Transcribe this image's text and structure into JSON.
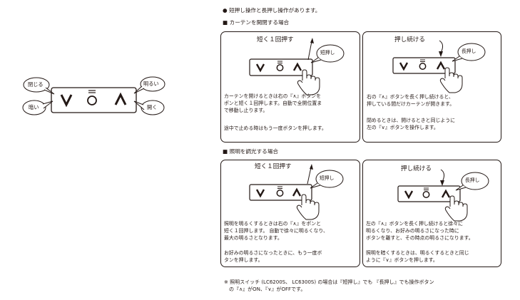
{
  "left_panel": {
    "top_left": "閉じる",
    "bottom_left": "暗い",
    "top_right": "明るい",
    "bottom_right": "開く"
  },
  "intro": "短押し操作と長押し操作があります。",
  "curtain": {
    "heading": "カーテンを開閉する場合",
    "short": {
      "title": "短く１回押す",
      "bubble": "短押し",
      "text1": [
        "カーテンを開けるときは右の『∧』ボタンを",
        "ポンと短く１回押します。自動で全開位置ま",
        "で移動し止ります。"
      ],
      "text2": [
        "途中で止める時はもう一度ボタンを押します。"
      ]
    },
    "long": {
      "title": "押し続ける",
      "bubble": "長押し",
      "text1": [
        "右の『∧』ボタンを長く押し続けると、",
        "押している間だけカーテンが開きます。"
      ],
      "text2": [
        "閉めるときは、開けるときと同じように",
        "左の『∨』ボタンを操作します。"
      ]
    }
  },
  "light": {
    "heading": "照明を調光する場合",
    "short": {
      "title": "短く１回押す",
      "bubble": "短押し",
      "text1": [
        "照明を明るくするときは右の『∧』をポンと",
        "短く１回押します。 自動で徐々に明るくなり、",
        "最大の明るさとなります。"
      ],
      "text2": [
        "お好みの明るさになったときに、もう一度ボ",
        "タンを押します。"
      ]
    },
    "long": {
      "title": "押し続ける",
      "bubble": "長押し",
      "text1": [
        "左の『∧』ボタンを長く押し続けると徐々に",
        "明るくなり、お好みの明るさになった時に",
        "ボタンを離すと、その時点の明るさになります。"
      ],
      "text2": [
        "照明を暗くするときは、明るくするときと同じ",
        "ように『∨』ボタンを押します。"
      ]
    }
  },
  "footnote": [
    "※ 照明スイッチ (LC6200S、 LC6300S) の場合は『短押し』でも 『長押し』でも操作ボタン",
    "　の『∧』がON、『∨』がOFFです。"
  ],
  "icons": {
    "bullet": "black-circle",
    "square": "black-square",
    "stop": "o-with-bars",
    "hand": "pointing-hand"
  }
}
